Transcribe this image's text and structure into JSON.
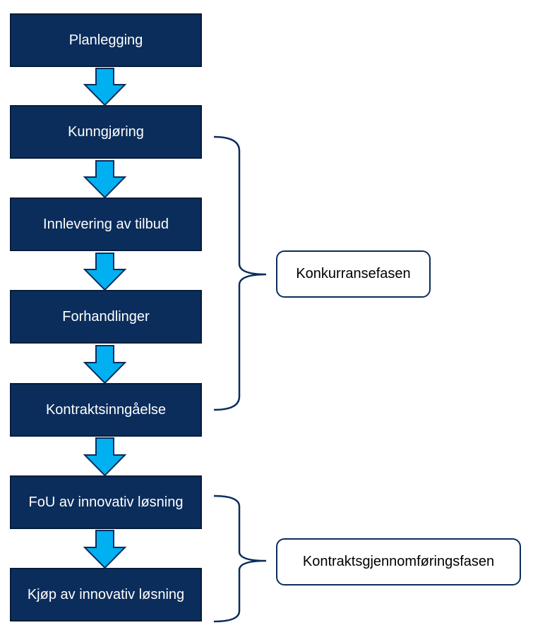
{
  "colors": {
    "box_fill": "#0b2d5b",
    "box_text": "#ffffff",
    "arrow_fill": "#00b0f0",
    "arrow_stroke": "#0b2d5b",
    "bracket_stroke": "#0b2d5b",
    "phase_border": "#0b2d5b"
  },
  "steps": [
    {
      "label": "Planlegging"
    },
    {
      "label": "Kunngjøring"
    },
    {
      "label": "Innlevering av tilbud"
    },
    {
      "label": "Forhandlinger"
    },
    {
      "label": "Kontraktsinngåelse"
    },
    {
      "label": "FoU av innovativ løsning"
    },
    {
      "label": "Kjøp av innovativ løsning"
    }
  ],
  "phases": [
    {
      "label": "Konkurransefasen",
      "spans_steps": [
        "Kunngjøring",
        "Kontraktsinngåelse"
      ]
    },
    {
      "label": "Kontraktsgjennomføringsfasen",
      "spans_steps": [
        "FoU av innovativ løsning",
        "Kjøp av innovativ løsning"
      ]
    }
  ]
}
